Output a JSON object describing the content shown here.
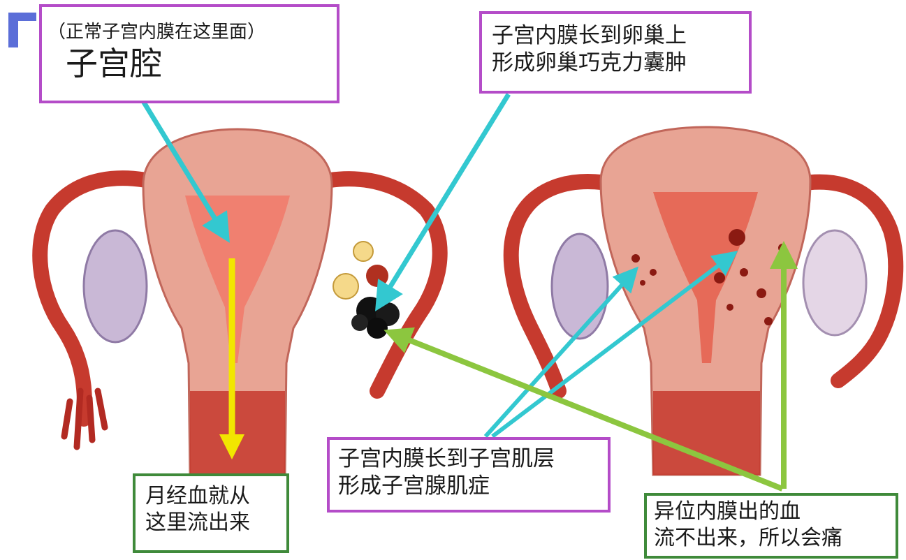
{
  "colors": {
    "purple_border": "#b44cc8",
    "green_border": "#3f8a3a",
    "cyan_arrow": "#33c8d0",
    "green_arrow": "#8cc63f",
    "yellow_arrow": "#f2e600",
    "tissue": "#e8a494",
    "muscle": "#c63a2e",
    "ovary": "#c9b8d6"
  },
  "labels": {
    "cavity": {
      "note": "（正常子宫内膜在这里面）",
      "title": "子宫腔"
    },
    "ovary_cyst": {
      "line1": "子宫内膜长到卵巢上",
      "line2": "形成卵巢巧克力囊肿"
    },
    "menstrual": {
      "line1": "月经血就从",
      "line2": "这里流出来"
    },
    "adenomyosis": {
      "line1": "子宫内膜长到子宫肌层",
      "line2": "形成子宫腺肌症"
    },
    "pain": {
      "line1": "异位内膜出的血",
      "line2": "流不出来，所以会痛"
    }
  }
}
